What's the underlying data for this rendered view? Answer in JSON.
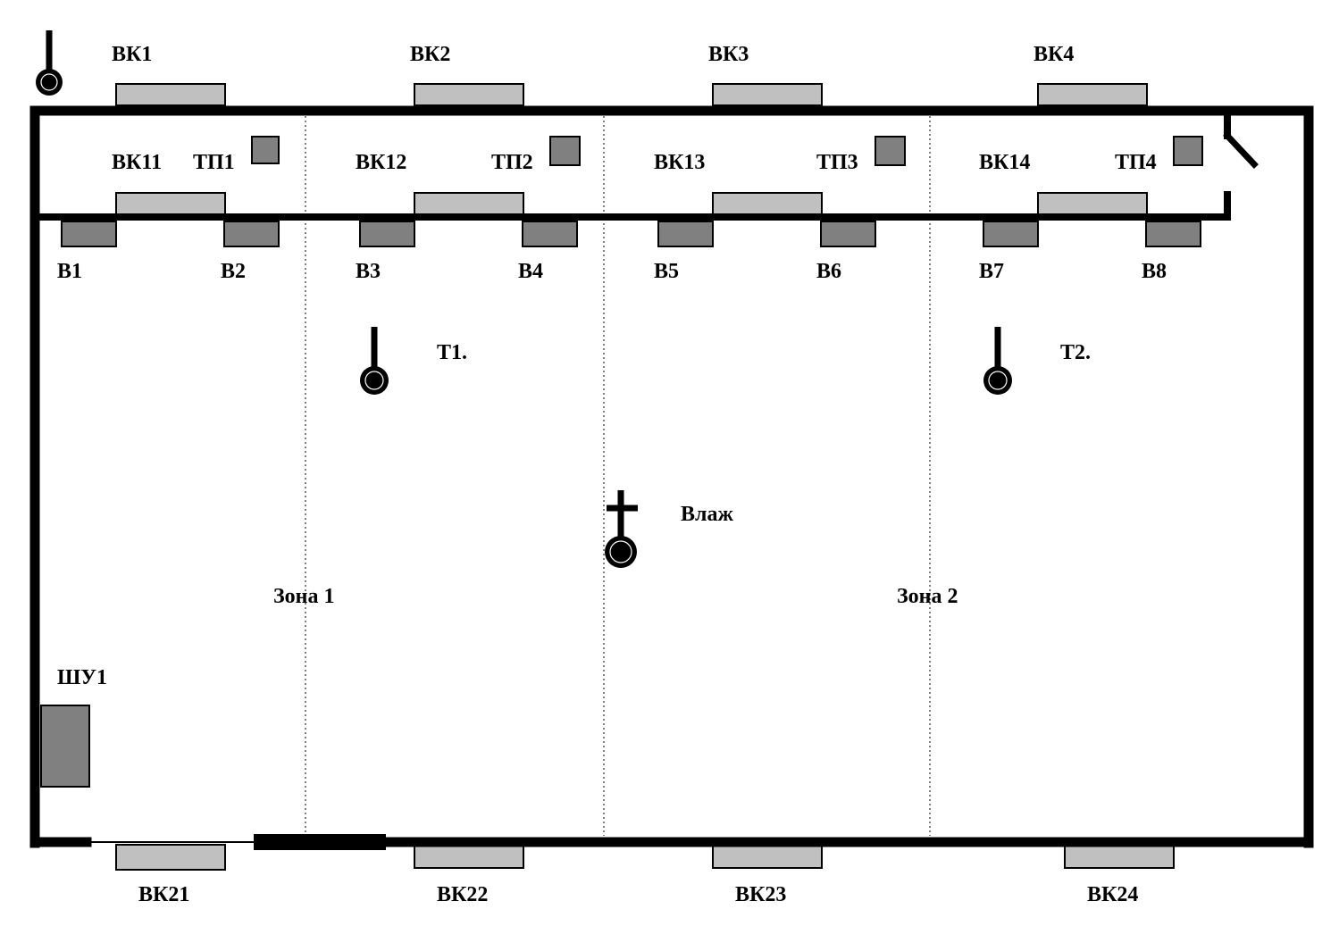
{
  "colors": {
    "wall": "#000000",
    "window_fill": "#c0c0c0",
    "device_fill": "#808080",
    "outline": "#000000",
    "background": "#ffffff"
  },
  "labels": {
    "vk1": "ВК1",
    "vk2": "ВК2",
    "vk3": "ВК3",
    "vk4": "ВК4",
    "vk11": "ВК11",
    "vk12": "ВК12",
    "vk13": "ВК13",
    "vk14": "ВК14",
    "tp1": "ТП1",
    "tp2": "ТП2",
    "tp3": "ТП3",
    "tp4": "ТП4",
    "b1": "В1",
    "b2": "В2",
    "b3": "В3",
    "b4": "В4",
    "b5": "В5",
    "b6": "В6",
    "b7": "В7",
    "b8": "В8",
    "t1": "Т1.",
    "t2": "Т2.",
    "humidity": "Влаж",
    "zone1": "Зона 1",
    "zone2": "Зона 2",
    "shu1": "ШУ1",
    "vk21": "ВК21",
    "vk22": "ВК22",
    "vk23": "ВК23",
    "vk24": "ВК24"
  }
}
